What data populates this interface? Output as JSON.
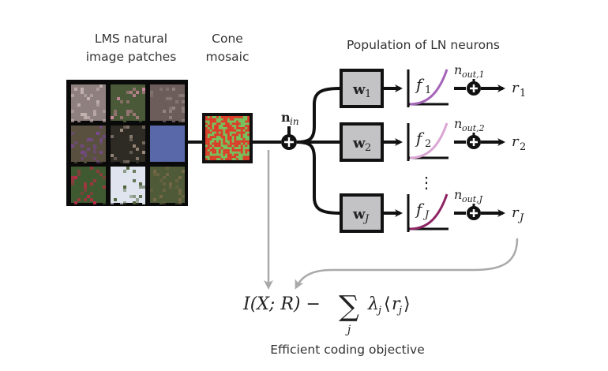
{
  "labels": {
    "patches_line1": "LMS natural",
    "patches_line2": "image patches",
    "mosaic_line1": "Cone",
    "mosaic_line2": "mosaic",
    "population": "Population of LN neurons",
    "objective_caption": "Efficient coding objective"
  },
  "input_noise": {
    "symbol": "n",
    "subscript": "in"
  },
  "objective": {
    "left": "I(X; R) −",
    "sum_symbol": "∑",
    "sum_index": "j",
    "lambda": "λ",
    "lambda_sub": "j",
    "bracket_open": "⟨",
    "r": "r",
    "r_sub": "j",
    "bracket_close": "⟩"
  },
  "ellipsis": "⋮",
  "neurons": [
    {
      "filter": "w",
      "filter_sub": "1",
      "nonlin": "f",
      "nonlin_sub": "1",
      "noise": "n",
      "noise_sub": "out,1",
      "response": "r",
      "response_sub": "1",
      "curve_color": "#a464b8"
    },
    {
      "filter": "w",
      "filter_sub": "2",
      "nonlin": "f",
      "nonlin_sub": "2",
      "noise": "n",
      "noise_sub": "out,2",
      "response": "r",
      "response_sub": "2",
      "curve_color": "#dba6d4"
    },
    {
      "filter": "w",
      "filter_sub": "J",
      "nonlin": "f",
      "nonlin_sub": "J",
      "noise": "n",
      "noise_sub": "out,J",
      "response": "r",
      "response_sub": "J",
      "curve_color": "#8e2464"
    }
  ],
  "colors": {
    "line": "#111111",
    "feedback_arrow": "#a9a9a9",
    "filter_box": "#c3c3c5",
    "cone_l": "#e0392a",
    "cone_m": "#77c05b"
  },
  "patches": [
    {
      "name": "bark",
      "base": "#8f8080",
      "accent": "#c6b4b2"
    },
    {
      "name": "pink-flowers",
      "base": "#4a5a38",
      "accent": "#d78aa4"
    },
    {
      "name": "rocky-ground",
      "base": "#6c5c5a",
      "accent": "#968684"
    },
    {
      "name": "purple-flowers",
      "base": "#5a5040",
      "accent": "#7a4898"
    },
    {
      "name": "dark-rock",
      "base": "#2e2a24",
      "accent": "#9e8f80"
    },
    {
      "name": "blue-sky",
      "base": "#5868a8",
      "accent": "#5b6bab"
    },
    {
      "name": "red-flowers",
      "base": "#3f5a30",
      "accent": "#c02a48"
    },
    {
      "name": "sky-trees",
      "base": "#dfe4ee",
      "accent": "#4d6038"
    },
    {
      "name": "foliage",
      "base": "#4f5a38",
      "accent": "#7a6a48"
    }
  ]
}
